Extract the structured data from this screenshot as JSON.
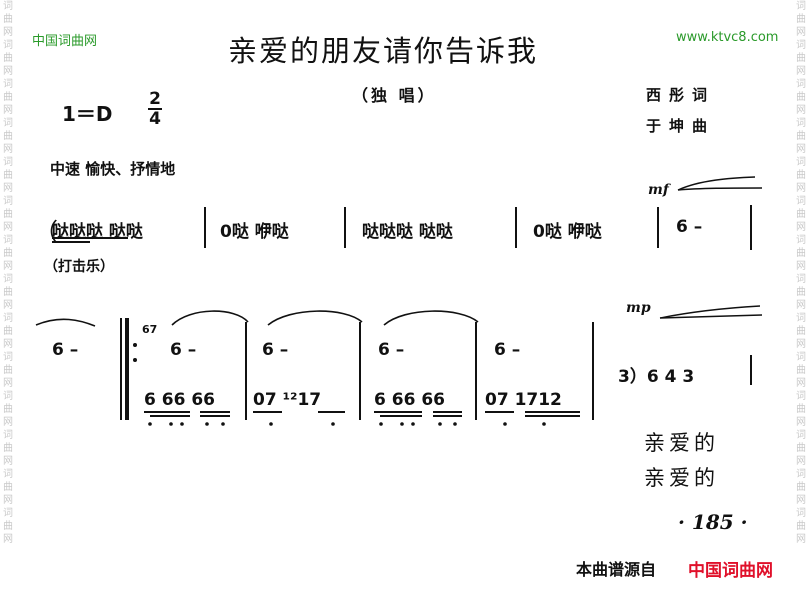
{
  "watermark": {
    "left": "词曲网词曲网词曲网词曲网词曲网词曲网词曲网词曲网词曲网词曲网词曲网词曲网词曲网词曲网",
    "right": "词曲网词曲网词曲网词曲网词曲网词曲网词曲网词曲网词曲网词曲网词曲网词曲网词曲网词曲网"
  },
  "header": {
    "site_left": "中国词曲网",
    "site_right": "www.ktvc8.com"
  },
  "title": "亲爱的朋友请你告诉我",
  "subtitle": "（独 唱）",
  "key": {
    "signature": "1＝D",
    "numerator": "2",
    "denominator": "4"
  },
  "credits": {
    "lyricist": "西彤词",
    "composer": "于坤曲"
  },
  "tempo": "中速  愉快、抒情地",
  "line1": {
    "open_paren": "（",
    "measures": [
      "哒哒哒  哒哒",
      "0哒  咿哒",
      "哒哒哒  哒哒",
      "0哒  咿哒",
      "6  –"
    ],
    "instrument": "（打击乐）",
    "dynamic": "mf"
  },
  "line2": {
    "start": "6  –",
    "grace_top": "67",
    "upper": [
      "6    –",
      "6    –",
      "6    –",
      "6    –"
    ],
    "lower": [
      "6 66  66",
      "07  ¹²17",
      "6 66  66",
      "07  1712"
    ],
    "grace_mid": "12",
    "end": "3）6    4 3",
    "dynamic": "mp"
  },
  "lyrics": [
    "亲爱的",
    "亲爱的"
  ],
  "page_number": "· 185 ·",
  "footer": {
    "source_label": "本曲谱源自",
    "source_site": "中国词曲网"
  }
}
